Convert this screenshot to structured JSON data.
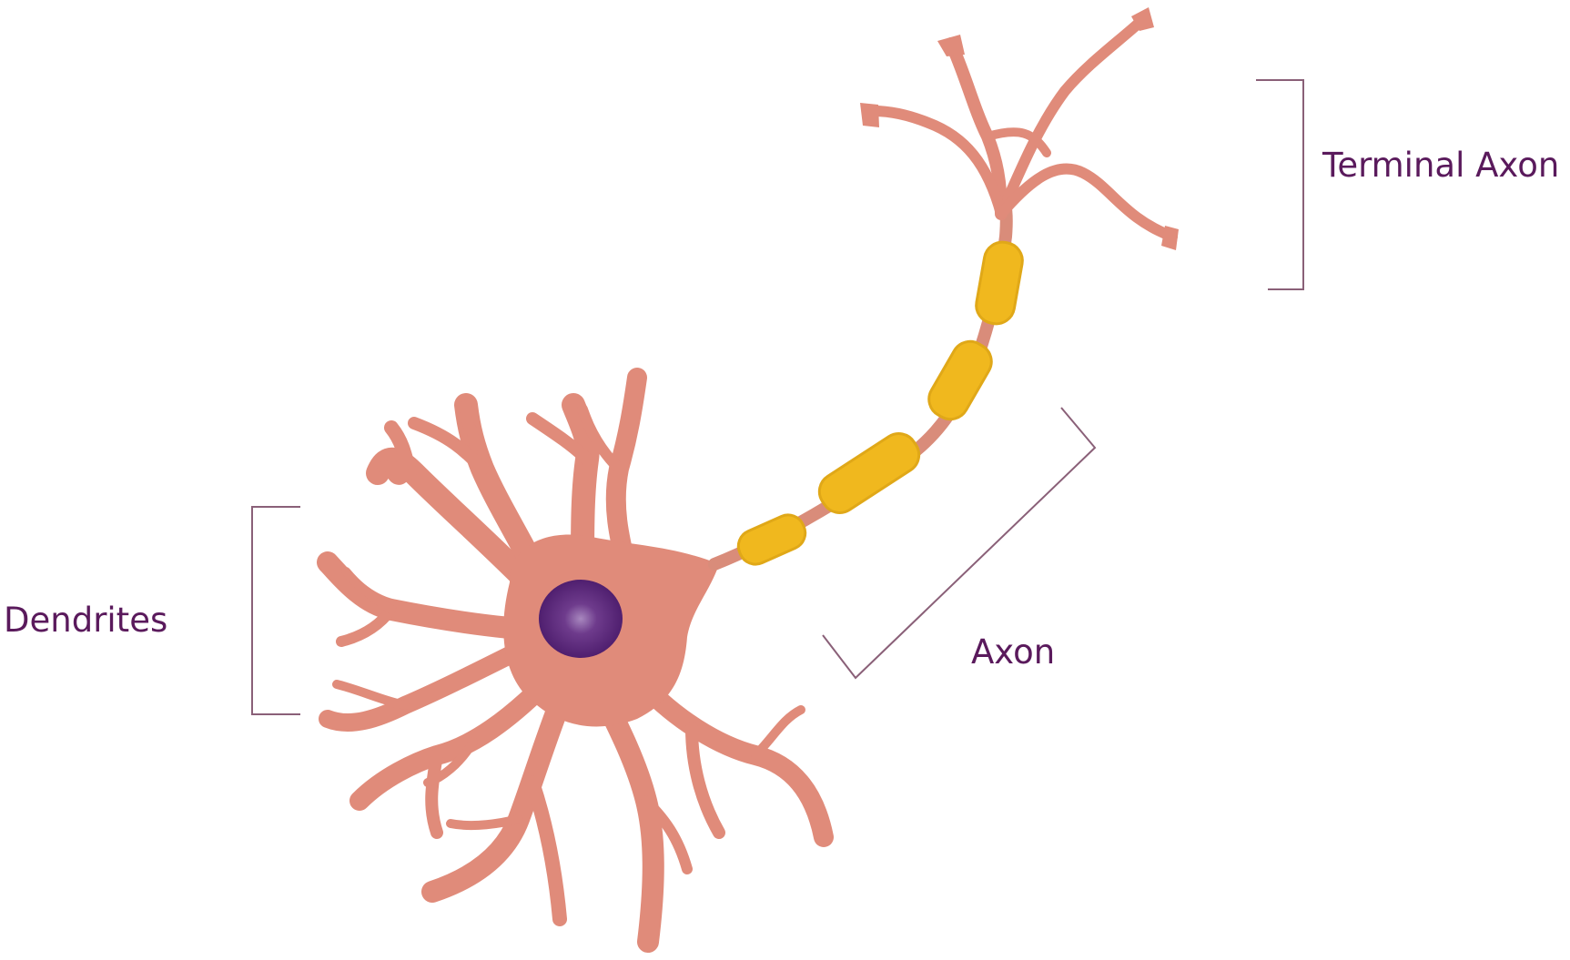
{
  "labels": {
    "terminal_axon": "Terminal Axon",
    "axon": "Axon",
    "dendrites": "Dendrites"
  },
  "colors": {
    "background": "#ffffff",
    "cell_body": "#e08b7a",
    "nucleus": "#4a1a6a",
    "nucleus_highlight": "#9a7ab0",
    "myelin": "#f0b81e",
    "myelin_edge": "#e0a818",
    "bracket": "#8a6078",
    "label_text": "#5a1a5c"
  }
}
